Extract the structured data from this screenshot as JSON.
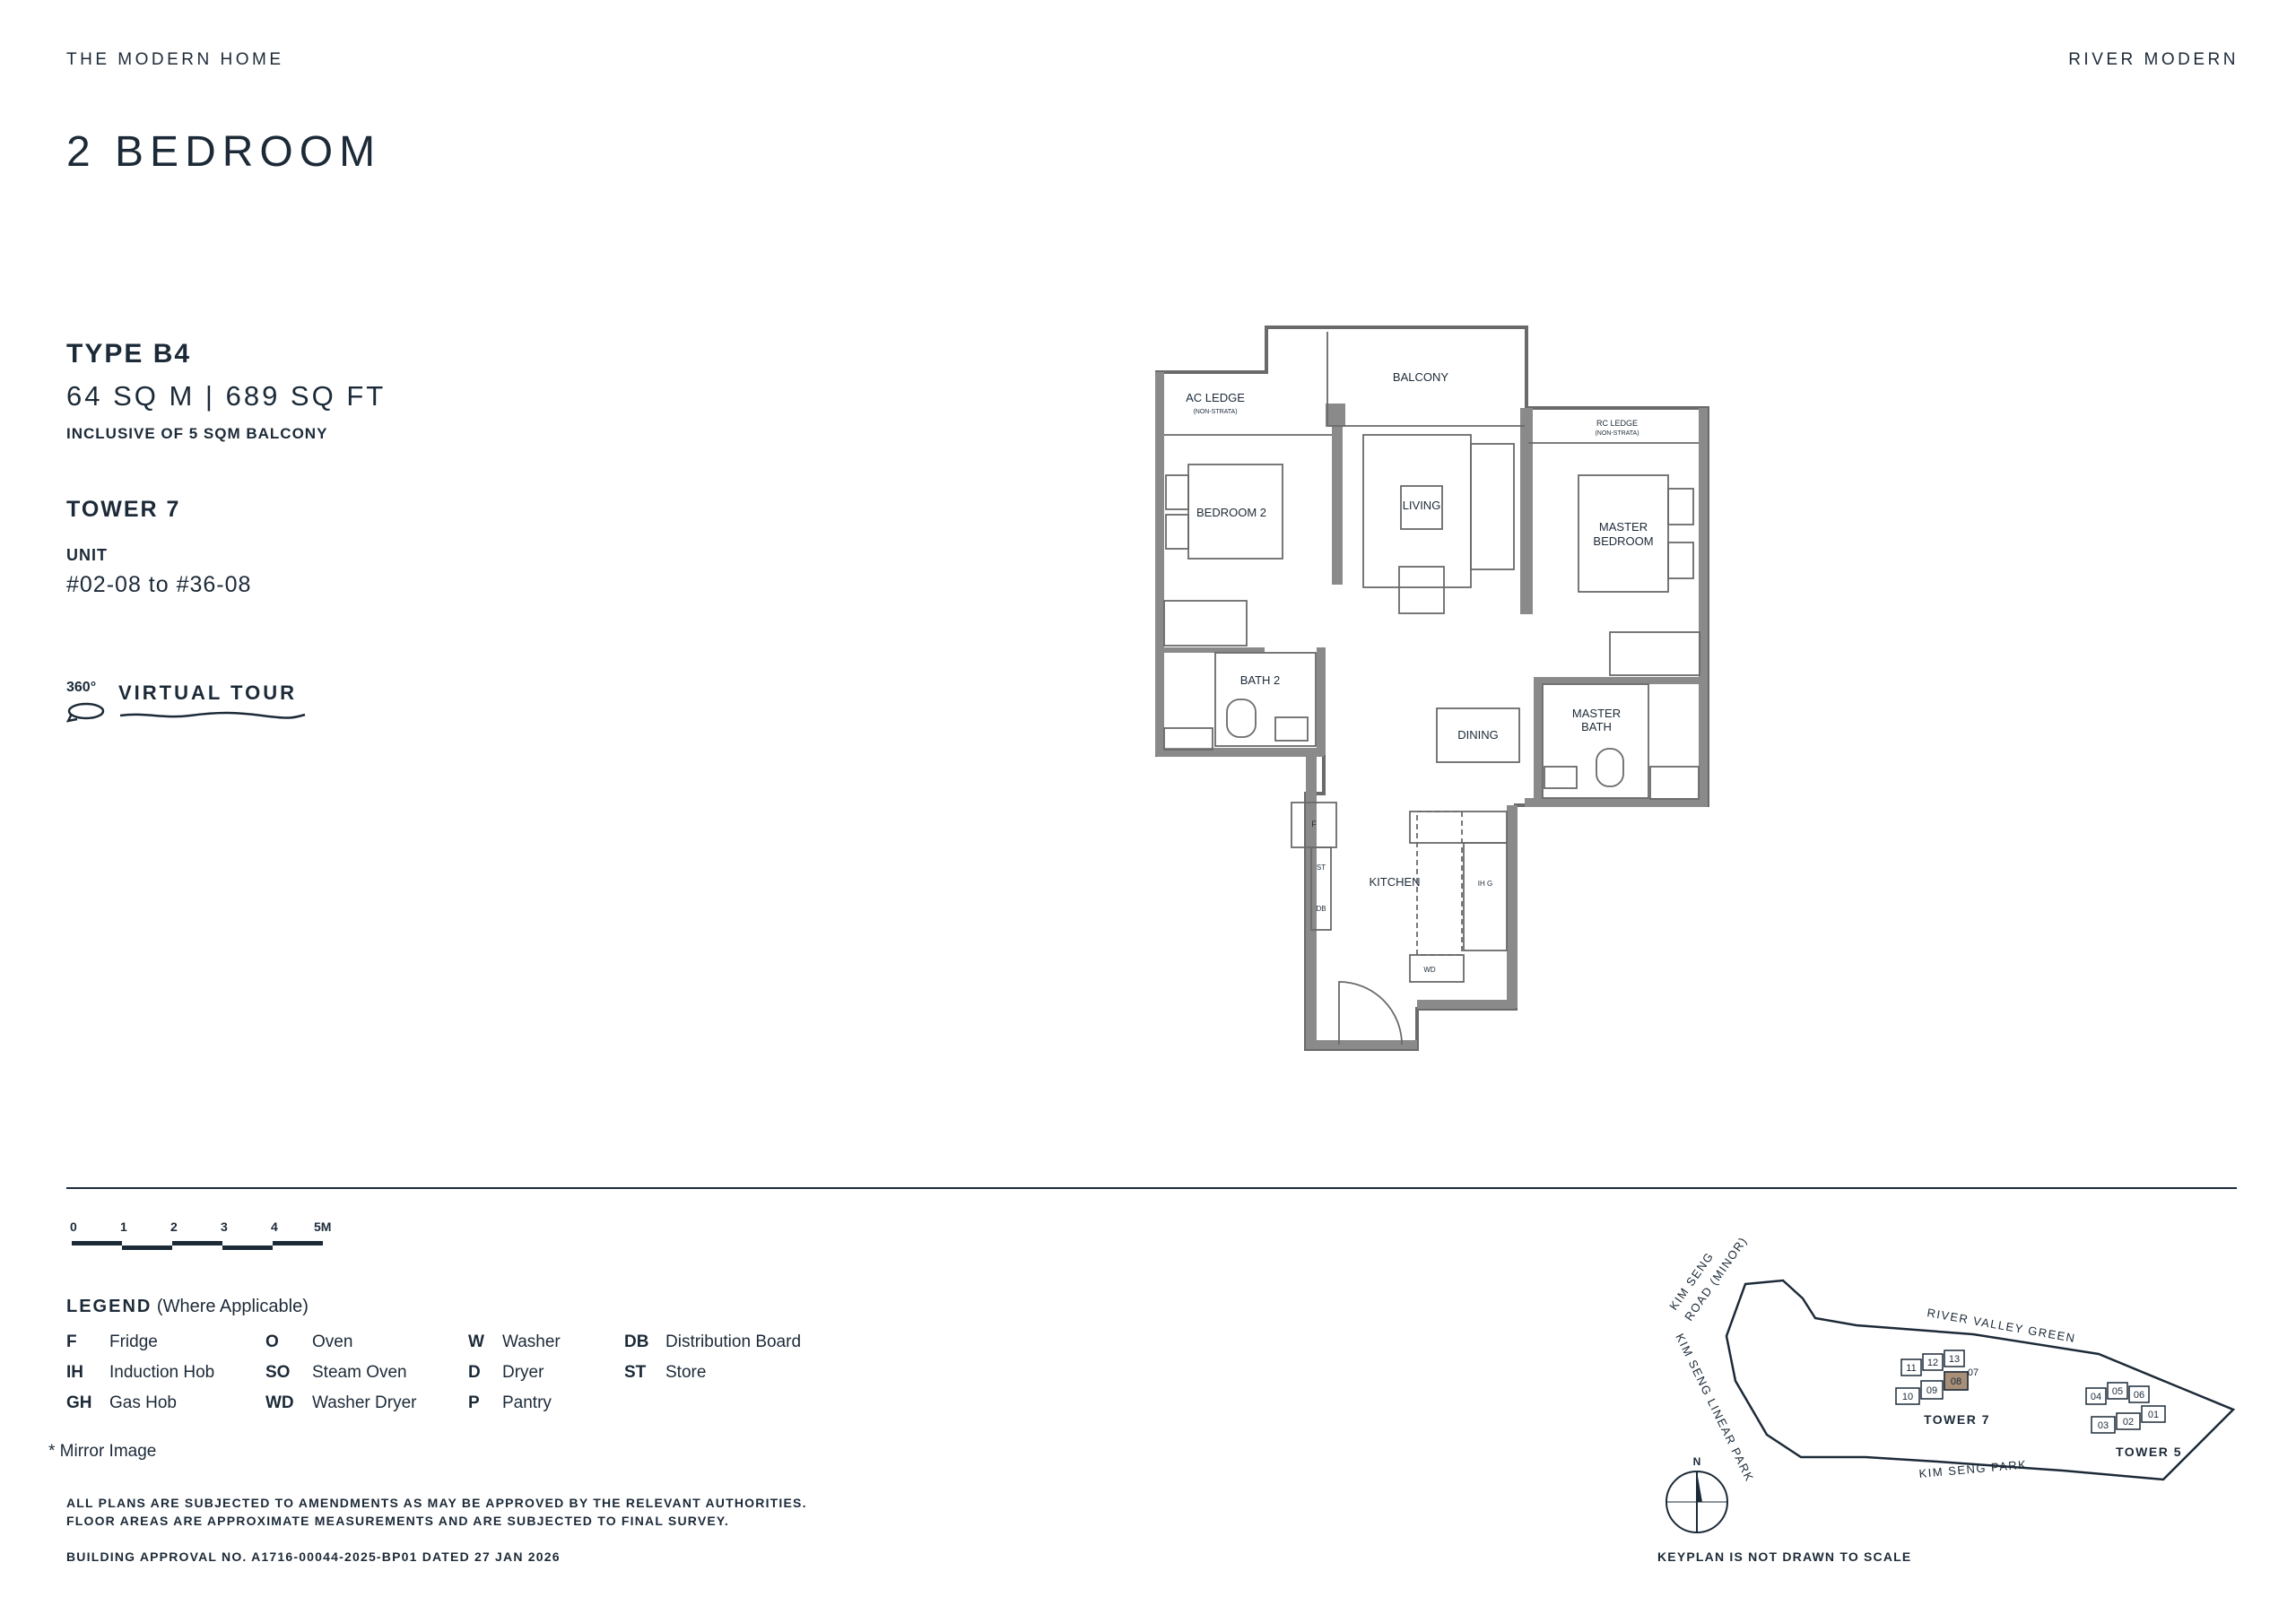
{
  "header": {
    "left": "THE MODERN HOME",
    "right": "RIVER MODERN",
    "title": "2 BEDROOM"
  },
  "unit_info": {
    "type": "TYPE B4",
    "area": "64 SQ M | 689 SQ FT",
    "inclusive": "INCLUSIVE OF 5 SQM BALCONY",
    "tower": "TOWER 7",
    "unit_label": "UNIT",
    "unit_value": "#02-08 to #36-08",
    "virtual_tour_degree": "360°",
    "virtual_tour_label": "VIRTUAL TOUR"
  },
  "floorplan": {
    "rooms": {
      "ac_ledge": "AC LEDGE",
      "ac_ledge_sub": "(NON-STRATA)",
      "balcony": "BALCONY",
      "rc_ledge": "RC LEDGE",
      "rc_ledge_sub": "(NON-STRATA)",
      "bedroom2": "BEDROOM 2",
      "living": "LIVING",
      "master_bedroom_1": "MASTER",
      "master_bedroom_2": "BEDROOM",
      "bath2": "BATH 2",
      "dining": "DINING",
      "master_bath_1": "MASTER",
      "master_bath_2": "BATH",
      "kitchen": "KITCHEN",
      "f": "F",
      "st": "ST",
      "db": "DB",
      "ihg": "IH G",
      "wd": "WD"
    }
  },
  "scale": {
    "ticks": [
      "0",
      "1",
      "2",
      "3",
      "4",
      "5M"
    ]
  },
  "legend": {
    "title": "LEGEND",
    "subtitle": "(Where Applicable)",
    "columns": [
      [
        {
          "abbr": "F",
          "name": "Fridge"
        },
        {
          "abbr": "IH",
          "name": "Induction Hob"
        },
        {
          "abbr": "GH",
          "name": "Gas Hob"
        }
      ],
      [
        {
          "abbr": "O",
          "name": "Oven"
        },
        {
          "abbr": "SO",
          "name": "Steam Oven"
        },
        {
          "abbr": "WD",
          "name": "Washer Dryer"
        }
      ],
      [
        {
          "abbr": "W",
          "name": "Washer"
        },
        {
          "abbr": "D",
          "name": "Dryer"
        },
        {
          "abbr": "P",
          "name": "Pantry"
        }
      ],
      [
        {
          "abbr": "DB",
          "name": "Distribution Board"
        },
        {
          "abbr": "ST",
          "name": "Store"
        }
      ]
    ],
    "mirror": "* Mirror Image"
  },
  "notes": {
    "line1": "ALL PLANS ARE SUBJECTED TO AMENDMENTS AS MAY BE APPROVED BY THE RELEVANT AUTHORITIES.",
    "line2": "FLOOR AREAS ARE APPROXIMATE MEASUREMENTS AND ARE SUBJECTED TO FINAL SURVEY.",
    "approval": "BUILDING APPROVAL NO. A1716-00044-2025-BP01 DATED 27 JAN 2026"
  },
  "keyplan": {
    "road_1": "KIM SENG",
    "road_2": "ROAD (MINOR)",
    "linear_park": "KIM SENG LINEAR PARK",
    "river_valley": "RIVER VALLEY GREEN",
    "kim_seng_park": "KIM SENG PARK",
    "tower7": "TOWER 7",
    "tower5": "TOWER 5",
    "north": "N",
    "t7_units": [
      "11",
      "12",
      "13",
      "10",
      "09",
      "08",
      "07"
    ],
    "t5_units": [
      "04",
      "05",
      "06",
      "03",
      "02",
      "01"
    ],
    "note": "KEYPLAN IS NOT DRAWN TO SCALE",
    "highlight_color": "#a89078"
  }
}
